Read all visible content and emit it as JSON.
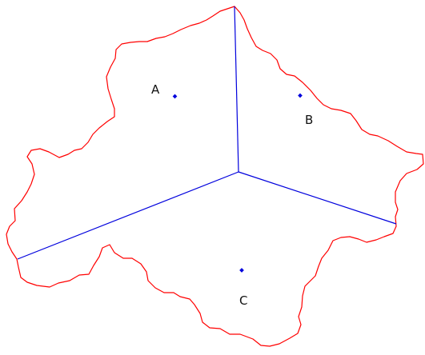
{
  "diagram": {
    "outline_color": "#ff0000",
    "edge_color": "#0000dd",
    "site_color": "#0000dd",
    "background": "#ffffff",
    "sites": [
      {
        "id": "A",
        "label": "A"
      },
      {
        "id": "B",
        "label": "B"
      },
      {
        "id": "C",
        "label": "C"
      }
    ]
  }
}
